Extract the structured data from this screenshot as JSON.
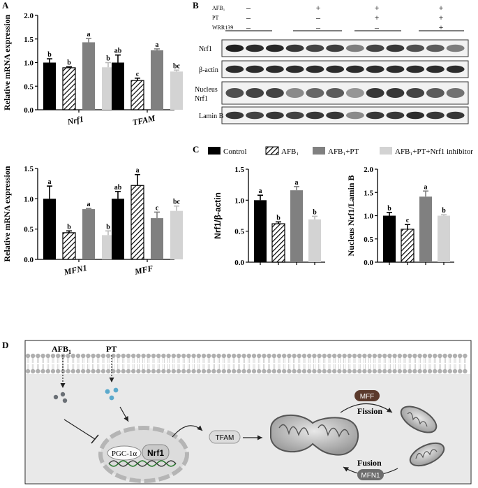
{
  "panels": {
    "a": "A",
    "b": "B",
    "c": "C",
    "d": "D"
  },
  "chart_data": [
    {
      "type": "bar",
      "panel": "A-top",
      "ylabel": "Relative mRNA expression",
      "ylim": [
        0,
        2.0
      ],
      "yticks": [
        "0.0",
        "0.5",
        "1.0",
        "1.5",
        "2.0"
      ],
      "categories": [
        "Nrf1",
        "TFAM"
      ],
      "series": [
        {
          "values": [
            1.0,
            1.0
          ],
          "errors": [
            0.08,
            0.16
          ],
          "letters": [
            "b",
            "ab"
          ],
          "color": "#000000",
          "pattern": "solid"
        },
        {
          "values": [
            0.89,
            0.62
          ],
          "errors": [
            0.02,
            0.05
          ],
          "letters": [
            "b",
            "c"
          ],
          "color": "#000000",
          "pattern": "hatch"
        },
        {
          "values": [
            1.43,
            1.26
          ],
          "errors": [
            0.08,
            0.03
          ],
          "letters": [
            "a",
            "a"
          ],
          "color": "#808080",
          "pattern": "solid"
        },
        {
          "values": [
            0.9,
            0.81
          ],
          "errors": [
            0.1,
            0.03
          ],
          "letters": [
            "b",
            "bc"
          ],
          "color": "#d3d3d3",
          "pattern": "solid"
        }
      ]
    },
    {
      "type": "bar",
      "panel": "A-bottom",
      "ylabel": "Relative mRNA expression",
      "ylim": [
        0,
        1.5
      ],
      "yticks": [
        "0.0",
        "0.5",
        "1.0",
        "1.5"
      ],
      "categories": [
        "MFN1",
        "MFF"
      ],
      "series": [
        {
          "values": [
            1.0,
            1.0
          ],
          "errors": [
            0.21,
            0.12
          ],
          "letters": [
            "a",
            "ab"
          ],
          "color": "#000000",
          "pattern": "solid"
        },
        {
          "values": [
            0.44,
            1.22
          ],
          "errors": [
            0.03,
            0.18
          ],
          "letters": [
            "b",
            "a"
          ],
          "color": "#000000",
          "pattern": "hatch"
        },
        {
          "values": [
            0.83,
            0.68
          ],
          "errors": [
            0.01,
            0.1
          ],
          "letters": [
            "a",
            "c"
          ],
          "color": "#808080",
          "pattern": "solid"
        },
        {
          "values": [
            0.4,
            0.8
          ],
          "errors": [
            0.07,
            0.08
          ],
          "letters": [
            "b",
            "bc"
          ],
          "color": "#d3d3d3",
          "pattern": "solid"
        }
      ]
    },
    {
      "type": "bar",
      "panel": "C-left",
      "ylabel": "Nrf1/β-actin",
      "ylim": [
        0,
        1.5
      ],
      "yticks": [
        "0.0",
        "0.5",
        "1.0",
        "1.5"
      ],
      "categories": [
        ""
      ],
      "series": [
        {
          "values": [
            1.0
          ],
          "errors": [
            0.08
          ],
          "letters": [
            "a"
          ],
          "color": "#000000",
          "pattern": "solid"
        },
        {
          "values": [
            0.62
          ],
          "errors": [
            0.03
          ],
          "letters": [
            "b"
          ],
          "color": "#000000",
          "pattern": "hatch"
        },
        {
          "values": [
            1.16
          ],
          "errors": [
            0.06
          ],
          "letters": [
            "a"
          ],
          "color": "#808080",
          "pattern": "solid"
        },
        {
          "values": [
            0.69
          ],
          "errors": [
            0.05
          ],
          "letters": [
            "b"
          ],
          "color": "#d3d3d3",
          "pattern": "solid"
        }
      ]
    },
    {
      "type": "bar",
      "panel": "C-right",
      "ylabel": "Nucleus Nrf1/Lamin B",
      "ylim": [
        0,
        2.0
      ],
      "yticks": [
        "0.0",
        "0.5",
        "1.0",
        "1.5",
        "2.0"
      ],
      "categories": [
        ""
      ],
      "series": [
        {
          "values": [
            1.0
          ],
          "errors": [
            0.07
          ],
          "letters": [
            "b"
          ],
          "color": "#000000",
          "pattern": "solid"
        },
        {
          "values": [
            0.71
          ],
          "errors": [
            0.1
          ],
          "letters": [
            "c"
          ],
          "color": "#000000",
          "pattern": "hatch"
        },
        {
          "values": [
            1.41
          ],
          "errors": [
            0.12
          ],
          "letters": [
            "a"
          ],
          "color": "#808080",
          "pattern": "solid"
        },
        {
          "values": [
            1.0
          ],
          "errors": [
            0.02
          ],
          "letters": [
            "b"
          ],
          "color": "#d3d3d3",
          "pattern": "solid"
        }
      ]
    }
  ],
  "legend": [
    {
      "label": "Control",
      "color": "#000000",
      "pattern": "solid"
    },
    {
      "label": "AFB₁",
      "color": "#000000",
      "pattern": "hatch"
    },
    {
      "label": "AFB₁+PT",
      "color": "#808080",
      "pattern": "solid"
    },
    {
      "label": "AFB₁+PT+Nrf1 inhibitor",
      "color": "#d3d3d3",
      "pattern": "solid"
    }
  ],
  "blot": {
    "treatments": [
      {
        "label": "AFB₁",
        "signs": [
          "–",
          "+",
          "+",
          "+"
        ]
      },
      {
        "label": "PT",
        "signs": [
          "–",
          "–",
          "+",
          "+"
        ]
      },
      {
        "label": "WRR139",
        "signs": [
          "–",
          "–",
          "–",
          "+"
        ]
      }
    ],
    "rows": [
      {
        "label": "Nrf1",
        "intensities": [
          0.95,
          0.9,
          0.92,
          0.85,
          0.8,
          0.82,
          0.55,
          0.8,
          0.85,
          0.75,
          0.7,
          0.55
        ]
      },
      {
        "label": "β-actin",
        "intensities": [
          0.9,
          0.9,
          0.9,
          0.9,
          0.9,
          0.9,
          0.9,
          0.9,
          0.9,
          0.9,
          0.9,
          0.9
        ]
      },
      {
        "label": "Nucleus\nNrf1",
        "intensities": [
          0.75,
          0.8,
          0.8,
          0.5,
          0.65,
          0.7,
          0.45,
          0.85,
          0.85,
          0.8,
          0.7,
          0.6
        ]
      },
      {
        "label": "Lamin B",
        "intensities": [
          0.85,
          0.8,
          0.85,
          0.8,
          0.85,
          0.85,
          0.5,
          0.85,
          0.85,
          0.9,
          0.85,
          0.85
        ]
      }
    ]
  },
  "diagram": {
    "afb": "AFB",
    "afb_sub": "1",
    "pt": "PT",
    "pgc": "PGC-1α",
    "nrf1": "Nrf1",
    "tfam": "TFAM",
    "mff": "MFF",
    "fission": "Fission",
    "fusion": "Fusion",
    "mfn1": "MFN1"
  }
}
